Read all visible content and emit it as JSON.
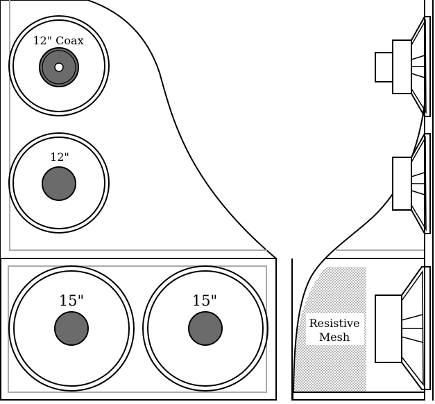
{
  "front_view": {
    "upper_drivers": [
      {
        "label": "12\" Coax"
      },
      {
        "label": "12\""
      }
    ],
    "lower_drivers": [
      {
        "label": "15\""
      },
      {
        "label": "15\""
      }
    ]
  },
  "side_view": {
    "mesh_label_line1": "Resistive",
    "mesh_label_line2": "Mesh"
  },
  "colors": {
    "line": "#000000",
    "dust_cap": "#6b6b6b",
    "inner_frame": "#aaaaaa",
    "background": "#ffffff"
  }
}
